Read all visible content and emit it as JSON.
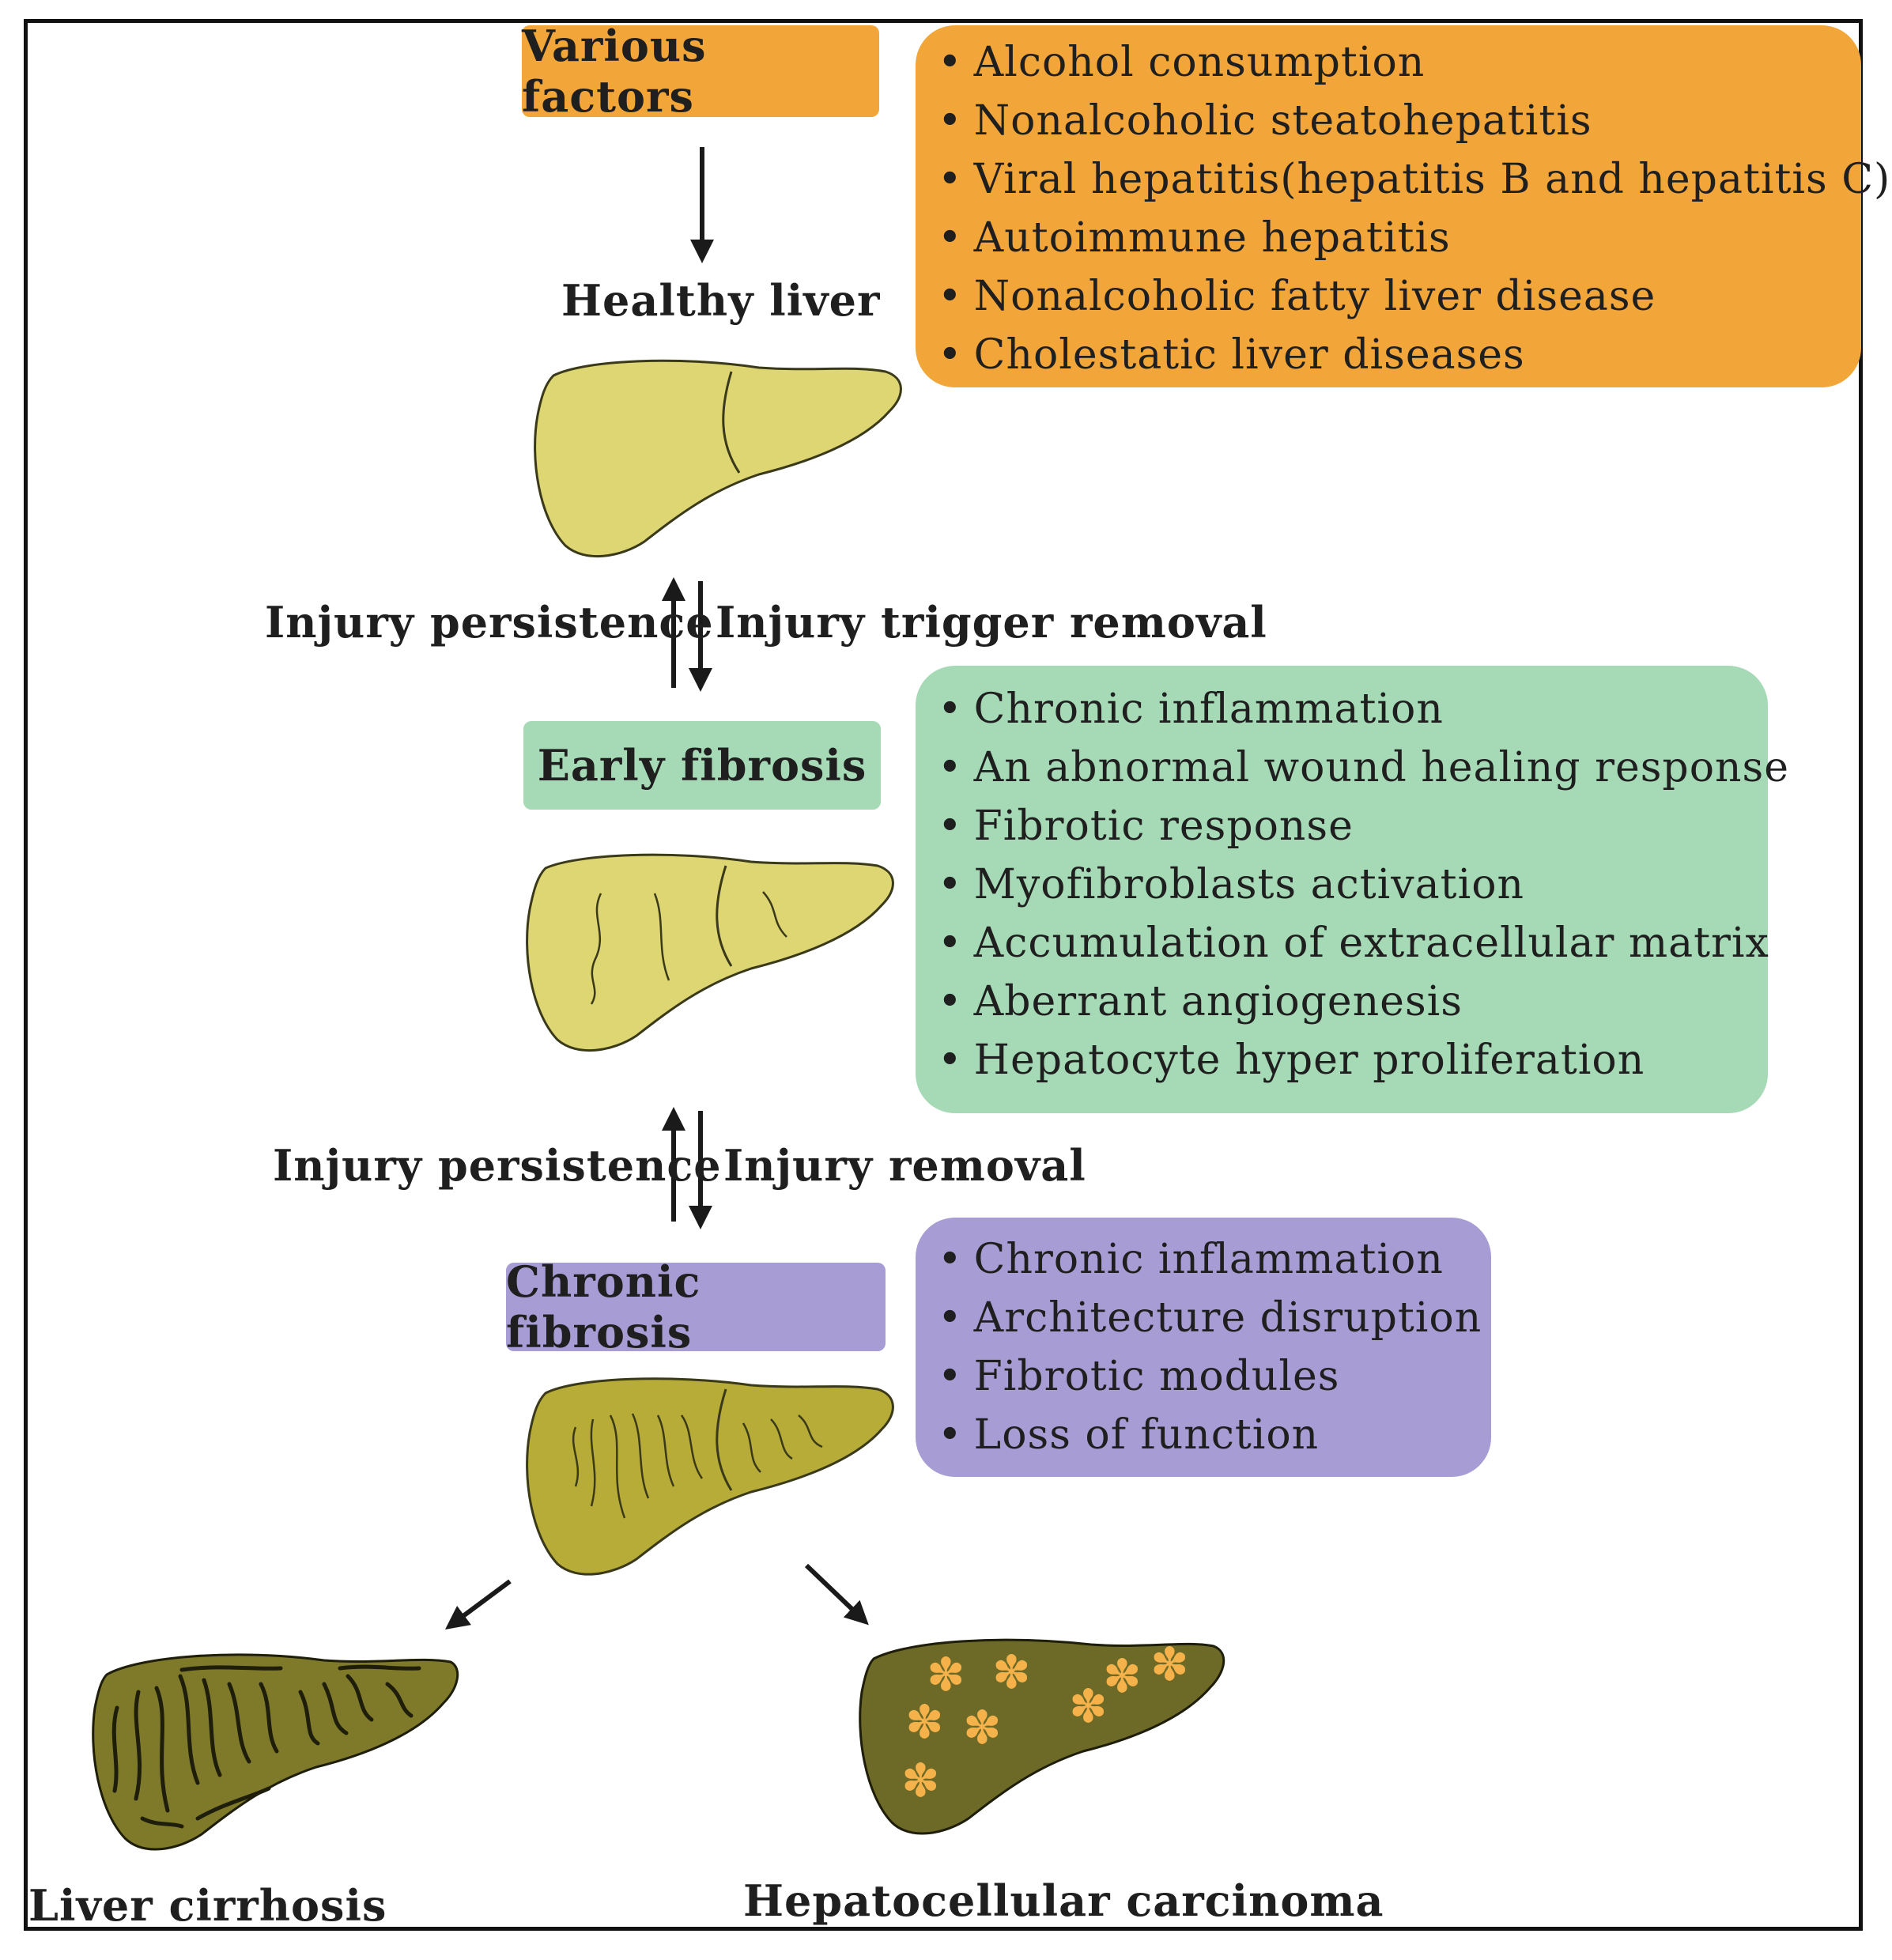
{
  "stages": {
    "various_factors": "Various factors",
    "healthy_liver": "Healthy liver",
    "early_fibrosis": "Early fibrosis",
    "chronic_fibrosis": "Chronic fibrosis",
    "liver_cirrhosis": "Liver cirrhosis",
    "hcc": "Hepatocellular carcinoma"
  },
  "transitions": {
    "persistence_1": "Injury persistence",
    "removal_1": "Injury trigger removal",
    "persistence_2": "Injury persistence",
    "removal_2": "Injury removal"
  },
  "factors_list": [
    "Alcohol consumption",
    "Nonalcoholic steatohepatitis",
    "Viral hepatitis(hepatitis B and hepatitis C)",
    "Autoimmune hepatitis",
    "Nonalcoholic fatty liver disease",
    "Cholestatic liver diseases"
  ],
  "early_list": [
    "Chronic inflammation",
    "An abnormal wound healing response",
    "Fibrotic response",
    "Myofibroblasts activation",
    "Accumulation of extracellular matrix",
    "Aberrant angiogenesis",
    "Hepatocyte hyper proliferation"
  ],
  "chronic_list": [
    "Chronic inflammation",
    "Architecture disruption",
    "Fibrotic modules",
    "Loss of function"
  ],
  "colors": {
    "orange": "#f2a63a",
    "green": "#a6dab6",
    "purple": "#a79dd4",
    "healthy_liver": "#ddd673",
    "early_liver": "#ddd673",
    "chronic_liver": "#b6ac37",
    "cirrhosis_liver": "#7e7a29",
    "hcc_liver": "#6d6a27",
    "tumor": "#f5b24a"
  }
}
